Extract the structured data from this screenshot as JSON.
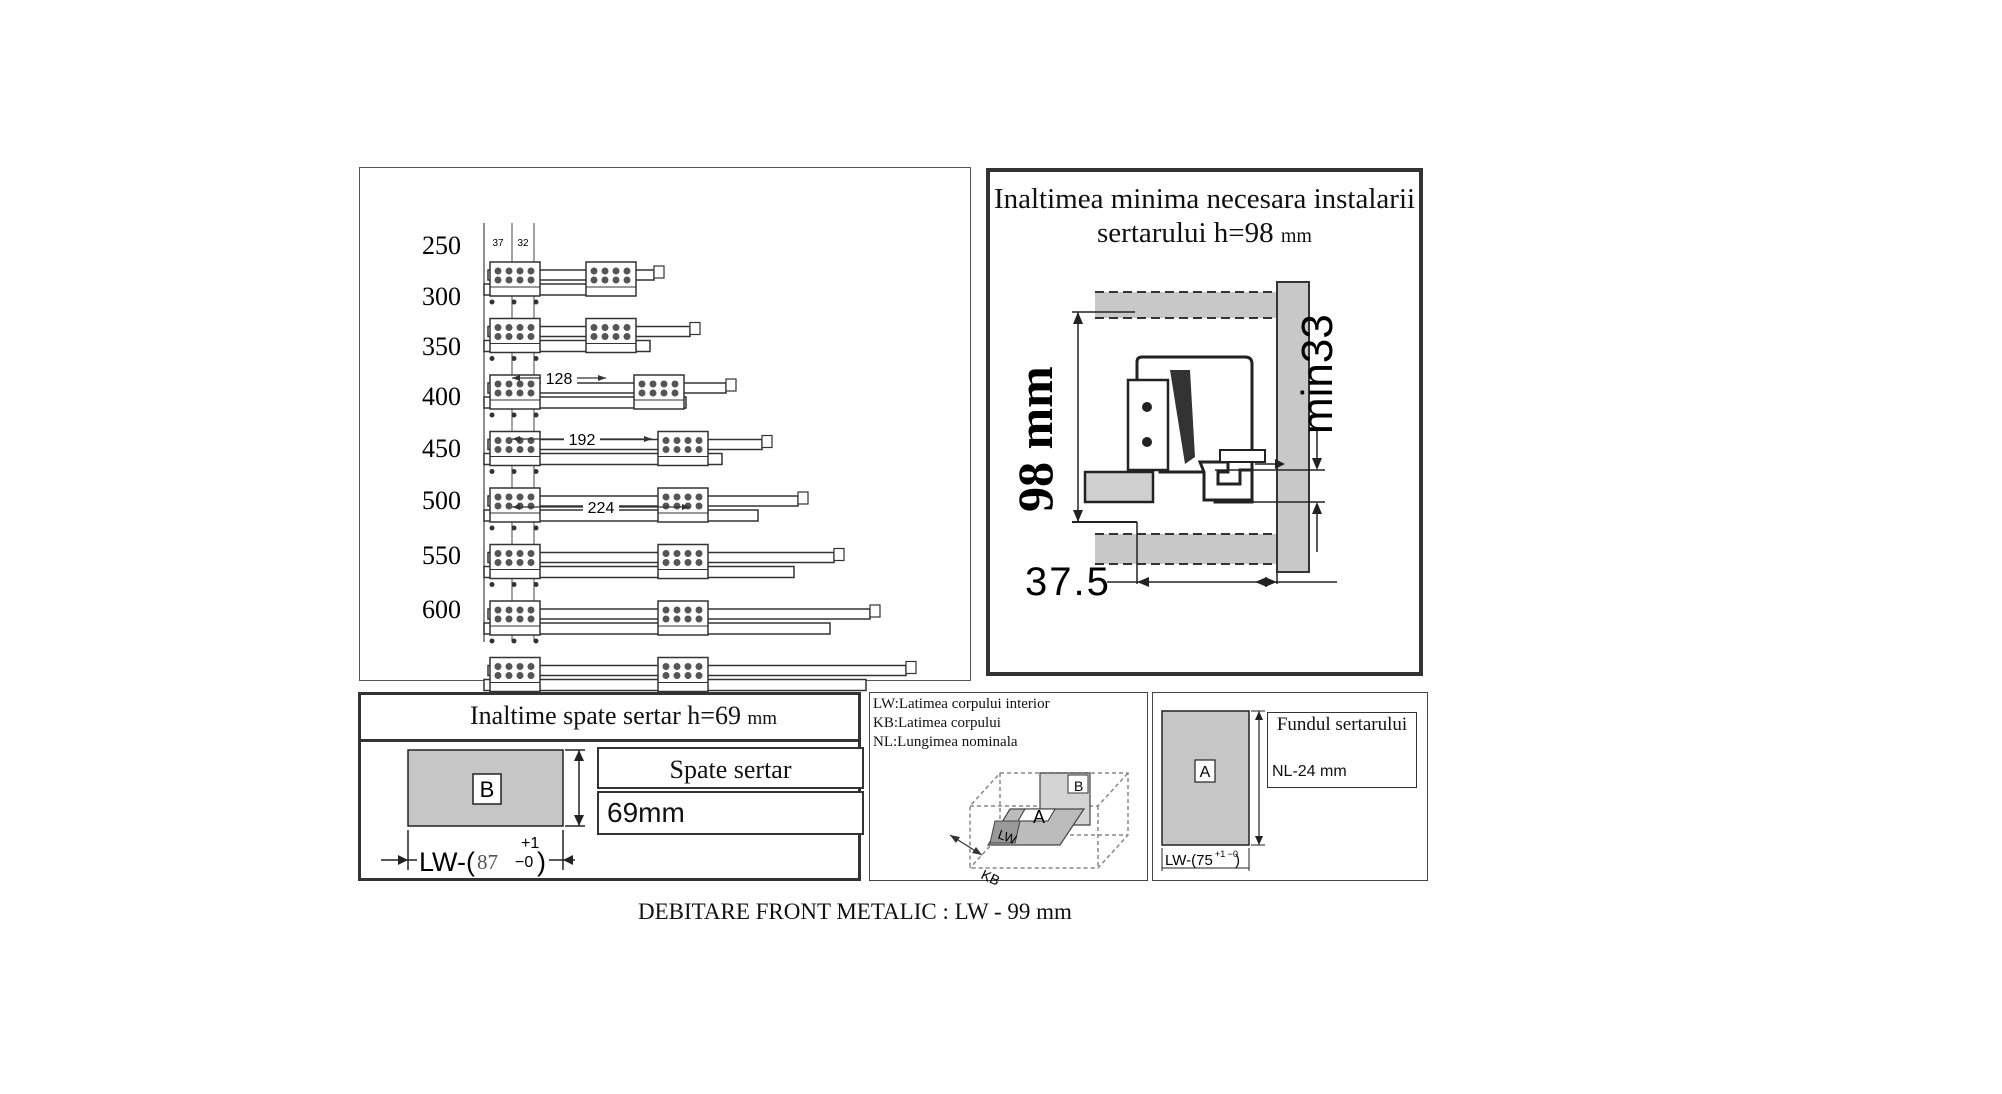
{
  "slides_panel": {
    "lengths": [
      "250",
      "300",
      "350",
      "400",
      "450",
      "500",
      "550",
      "600"
    ],
    "top_dims": [
      "37",
      "32"
    ],
    "spacings": [
      "128",
      "192",
      "224"
    ]
  },
  "height_panel": {
    "title_line1": "Inaltimea minima necesara instalarii",
    "title_line2": "sertarului h=98",
    "title_unit": "mm",
    "dim_height": "98 mm",
    "dim_min": "min33",
    "dim_offset": "37.5"
  },
  "back_panel": {
    "title": "Inaltime spate sertar h=69",
    "title_unit": "mm",
    "part_letter": "B",
    "box_label": "Spate sertar",
    "box_value": "69mm",
    "formula_prefix": "LW-(",
    "formula_value": "87",
    "formula_tol_plus": "+1",
    "formula_tol_minus": "−0",
    "formula_suffix": ")"
  },
  "legend_panel": {
    "line1": "LW:Latimea corpului interior",
    "line2": "KB:Latimea corpului",
    "line3": "NL:Lungimea nominala",
    "label_a": "A",
    "label_b": "B",
    "label_lw": "LW",
    "label_kb": "KB"
  },
  "bottom_panel": {
    "part_letter": "A",
    "title": "Fundul sertarului",
    "nl": "NL-24 mm",
    "formula": "LW-(75",
    "formula_tol": "+1 −0",
    "formula_close": ")"
  },
  "caption": "DEBITARE FRONT METALIC : LW - 99 mm"
}
